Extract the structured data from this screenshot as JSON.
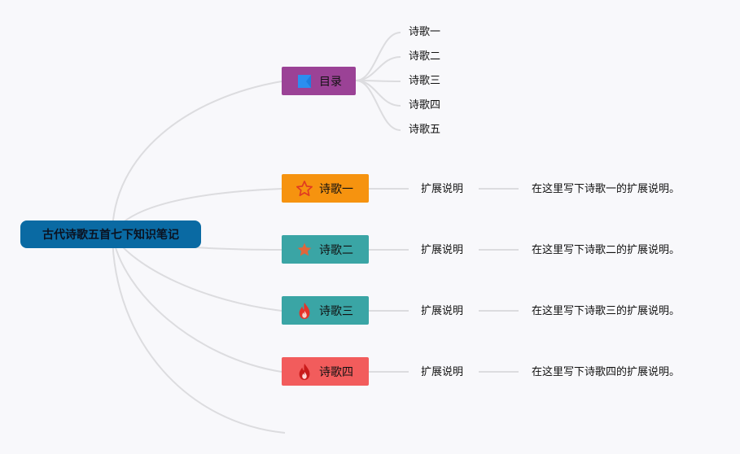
{
  "mindmap": {
    "root": {
      "label": "古代诗歌五首七下知识笔记",
      "color": "#0a6aa3"
    },
    "toc": {
      "label": "目录",
      "icon": "flag-icon",
      "color": "#9b4296",
      "items": [
        "诗歌一",
        "诗歌二",
        "诗歌三",
        "诗歌四",
        "诗歌五"
      ]
    },
    "poems": [
      {
        "label": "诗歌一",
        "icon": "star-outline-icon",
        "color": "#f6930f",
        "ext_label": "扩展说明",
        "ext_note": "在这里写下诗歌一的扩展说明。"
      },
      {
        "label": "诗歌二",
        "icon": "star-icon",
        "color": "#3aa5a5",
        "ext_label": "扩展说明",
        "ext_note": "在这里写下诗歌二的扩展说明。"
      },
      {
        "label": "诗歌三",
        "icon": "fire-icon",
        "color": "#3aa5a5",
        "ext_label": "扩展说明",
        "ext_note": "在这里写下诗歌三的扩展说明。"
      },
      {
        "label": "诗歌四",
        "icon": "fire-icon",
        "color": "#f25c5c",
        "ext_label": "扩展说明",
        "ext_note": "在这里写下诗歌四的扩展说明。"
      }
    ],
    "line_color": "#dcdcdf"
  }
}
